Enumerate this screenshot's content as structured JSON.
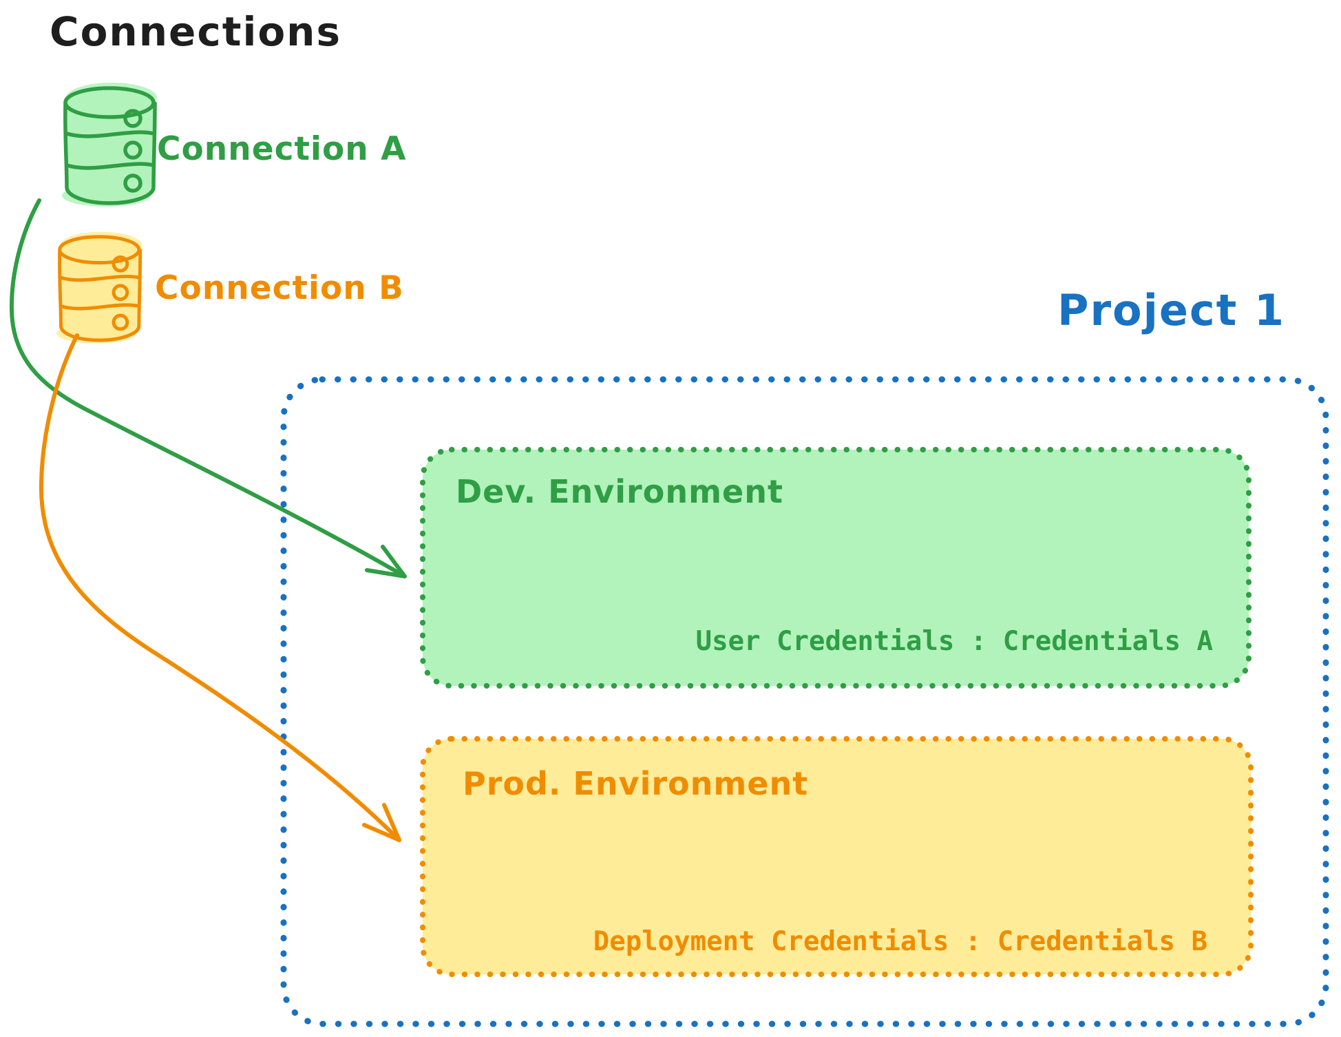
{
  "colors": {
    "ink": "#1e1e1e",
    "green": "#2f9e44",
    "green_fill": "#b2f2bb",
    "orange": "#f08c00",
    "orange_fill": "#ffec99",
    "blue": "#1971c2"
  },
  "connections_panel": {
    "title": "Connections",
    "items": [
      {
        "label": "Connection A",
        "color": "#2f9e44",
        "icon": "database-icon"
      },
      {
        "label": "Connection B",
        "color": "#f08c00",
        "icon": "database-icon"
      }
    ]
  },
  "project": {
    "title": "Project 1",
    "environments": [
      {
        "name": "Dev. Environment",
        "credentials_label": "User Credentials : Credentials A",
        "color": "#2f9e44"
      },
      {
        "name": "Prod. Environment",
        "credentials_label": "Deployment Credentials : Credentials B",
        "color": "#f08c00"
      }
    ]
  }
}
